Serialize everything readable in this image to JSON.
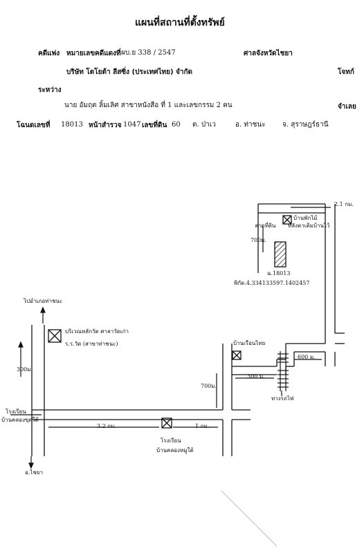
{
  "title": "แผนที่สถานที่ตั้งทรัพย์",
  "header": {
    "case_label": "คดีแพ่ง",
    "case_no_label": "หมายเลขคดีแดงที่",
    "case_no_value": "ผบ.ย 338 / 2547",
    "court": "ศาลจังหวัดไชยา",
    "plaintiff": "บริษัท โตโยต้า ลีสซิ่ง (ประเทศไทย) จำกัด",
    "plaintiff_role": "โจทก์",
    "between": "ระหว่าง",
    "defendant": "นาย อัมฤต ลิ้มเลิศ สาขาหนังสือ ที่ 1 และเลขกรรม 2 คน",
    "defendant_role": "จำเลย",
    "deed_label": "โฉนดเลขที่",
    "deed_value": "18013",
    "survey_label": "หน้าสำรวจ",
    "survey_value": "1047",
    "land_label": "เลขที่ดิน",
    "land_value": "60",
    "subdistrict": "ต. ป่าเว",
    "district": "อ. ท่าชนะ",
    "province": "จ. สุราษฎร์ธานี"
  },
  "map": {
    "labels": {
      "to_thachana": "ไปอำเภอท่าชนะ",
      "temple": "บริเวณหลักวัด ศาลาวัดเก่า",
      "temple2": "ร.ร.วัด (สาขาท่าชนะ)",
      "dist_300_left": "300ม.",
      "school_left_1": "โรงเรียน",
      "school_left_2": "บ้านคลองขุดใต้",
      "to_chaiya": "อ.ไชยา",
      "dist_3_2km": "3.2 กม.",
      "dist_1km": "1 กม.",
      "school_bottom_1": "โรงเรียน",
      "school_bottom_2": "บ้านคลองหมูใต้",
      "dist_700_mid": "700ม.",
      "dist_300_mid": "300 ม.",
      "house_mid": "บ้านเรือนไทย",
      "dist_600": "600 ม.",
      "railway": "ทางรถไฟ",
      "dist_2_1km": "2.1 กม.",
      "house_top_1": "บ้านพักไม้",
      "house_top_2": "หลังตาเติมบ้านไว้",
      "parcel_mark": "ลาดที่ดิน",
      "dist_700_top": "700ม.",
      "deed_ref": "ฉ.18013",
      "coords": "พิกัด.4.334133597.1402457"
    }
  }
}
